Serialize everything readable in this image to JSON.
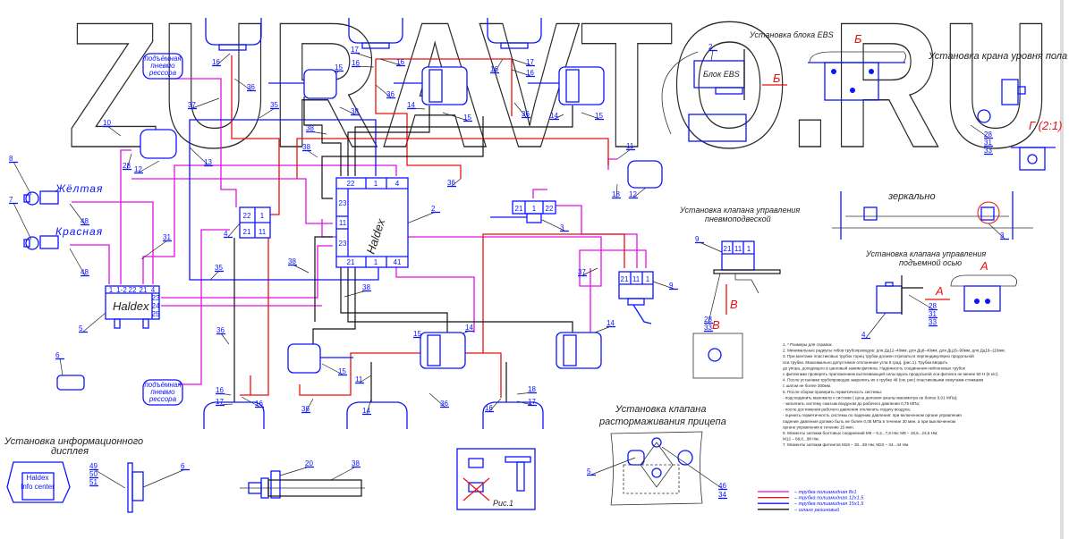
{
  "watermark": "ZURAVTO.RU",
  "colors": {
    "pipe_8x1": "#e010e0",
    "pipe_12x1_5": "#e81010",
    "pipe_15x1_5": "#0a14ff",
    "rubber_hose": "#111111",
    "watermark": "#2a2a2a"
  },
  "couplings": {
    "yellow": "Жёлтая",
    "red": "Красная"
  },
  "lift_spring_label": [
    "подъёмная",
    "пневмо",
    "рессора"
  ],
  "haldex_small": {
    "brand": "Haldex",
    "ports_top": [
      "1",
      "1-2",
      "22",
      "21",
      "4"
    ],
    "ports_right": [
      "23",
      "24",
      "25"
    ]
  },
  "haldex_main": {
    "brand": "Haldex",
    "ports_top": [
      "22",
      "1",
      "4"
    ],
    "ports_left": [
      "23",
      "11",
      "23"
    ],
    "ports_bottom": [
      "21",
      "1",
      "41"
    ]
  },
  "valve4": {
    "ports": [
      "22",
      "1",
      "21",
      "11"
    ]
  },
  "valve3": {
    "ports": [
      "21",
      "1",
      "22"
    ]
  },
  "valve9": {
    "ports": [
      "21",
      "11",
      "1"
    ]
  },
  "valve9_detail": {
    "ports": [
      "21",
      "11",
      "1"
    ]
  },
  "titles": {
    "ebs": "Установка блока EBS",
    "ebs_block": "Блок EBS",
    "level_valve": "Установка крана уровня пола",
    "detail_g": "Г (2:1)",
    "mirror": "зеркально",
    "susp_valve": [
      "Установка клапана управления",
      "пневмоподвеской"
    ],
    "lift_valve": [
      "Установка клапана управления",
      "подъемной осью"
    ],
    "release_valve": [
      "Установка клапана",
      "растормаживания прицепа"
    ],
    "display": [
      "Установка информационного",
      "дисплея"
    ],
    "fig1": "Рис.1",
    "display_screen": [
      "Haldex",
      "Info center"
    ]
  },
  "view_letters": {
    "b1": "Б",
    "b2": "Б",
    "v1": "В",
    "v2": "В",
    "a1": "А",
    "a2": "А",
    "g": "Г"
  },
  "callouts": [
    "16",
    "36",
    "37",
    "35",
    "10",
    "12",
    "28",
    "13",
    "8",
    "7",
    "48",
    "48",
    "31",
    "4",
    "5",
    "6",
    "35",
    "36",
    "15",
    "17",
    "16",
    "16",
    "36",
    "38",
    "38",
    "38",
    "14",
    "15",
    "17",
    "16",
    "16",
    "36",
    "14",
    "15",
    "2",
    "36",
    "11",
    "18",
    "12",
    "3",
    "9",
    "37",
    "38",
    "38",
    "14",
    "15",
    "15",
    "11",
    "14",
    "16",
    "17",
    "16",
    "36",
    "14",
    "36",
    "16",
    "18",
    "17",
    "2",
    "9",
    "28",
    "33",
    "4",
    "28",
    "31",
    "33",
    "28",
    "31",
    "33",
    "3",
    "5",
    "46",
    "34",
    "49",
    "50",
    "51",
    "6",
    "20",
    "38",
    "1",
    "1",
    "1"
  ],
  "notes": [
    "1. * Размеры для справок.",
    "2. Минимальные радиусы гибов трубопроводов: для Дц12–40мм, для Дц8–40мм, для Дц15–90мм, для Дц16–110мм.",
    "3. При монтаже пластиковых трубок торец трубки должен отрезаться перпендикулярно продольной",
    "    оси трубки. Максимально допустимое отклонение угла 5 град. (рис.1). Трубки вводить",
    "    до упора, доходящего в цанговый зажим фитинга. Надёжность соединения нейлоновых трубок",
    "    с фитингами проверять приложением вытягивающей силы вдоль продольной оси фитинга не менее 50 Н (5 кгс).",
    "4. После установки трубопроводов закрепить их к трубке 48 (см. рис) пластиковыми хомутами-стяжками",
    "    с шагом не более 300мм.",
    "5. После сборки проверить герметичность системы:",
    " - подсоединить манометр к системе ( цена деления шкалы манометра не более 0,01 МПа);",
    " - заполнить систему сжатым воздухом до рабочего давления 0,75 МПа;",
    " - после достижения рабочего давления отключить подачу воздуха;",
    " - оценить герметичность системы по падению давления: при включенном органе управления",
    "   падение давления должно быть не более 0,05 МПа в течение 30 мин, а при выключенном",
    "   органе управления в течение 15 мин.",
    "6. Моменты затяжки болтовых соединений М6 – 5,2...7,8 Нм; М8 – 18,6...24,5 Нм;",
    "    М12 – 68,6...98 Нм.",
    "7. Моменты затяжки фитингов М16 – 30...38 Нм; М22 – 34...44 Нм."
  ],
  "legend": [
    {
      "label": "– трубка полиамидная 8х1",
      "color": "#e010e0"
    },
    {
      "label": "– трубка полиамидная 12х1,5",
      "color": "#e81010"
    },
    {
      "label": "– трубка полиамидная 15х1,5",
      "color": "#0a14ff"
    },
    {
      "label": "– шланг резиновый",
      "color": "#111111"
    }
  ]
}
